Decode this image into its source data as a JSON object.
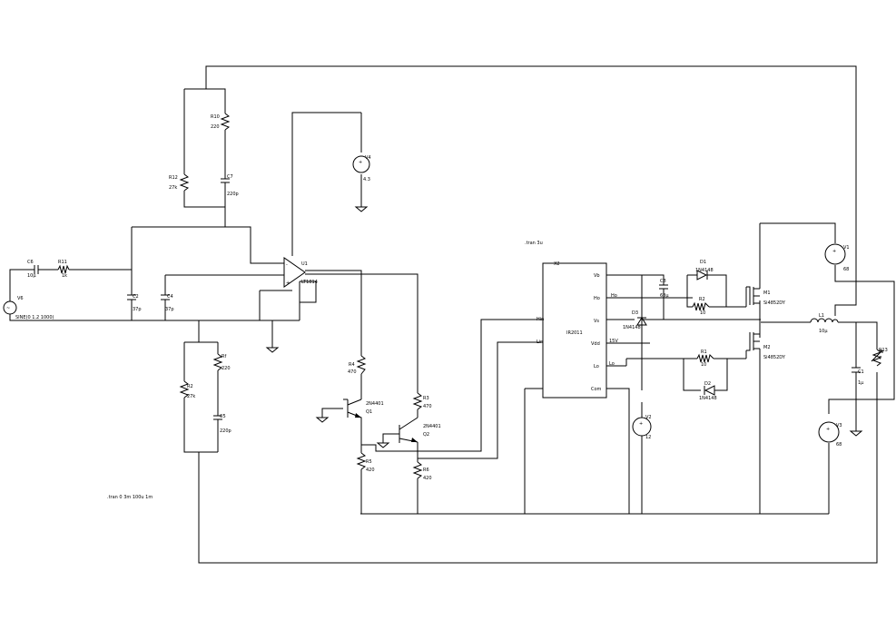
{
  "components": {
    "v4": {
      "ref": "V4",
      "value": "4.3"
    },
    "r10": {
      "ref": "R10",
      "value": "220"
    },
    "r12": {
      "ref": "R12",
      "value": "27k"
    },
    "c7": {
      "ref": "C7",
      "value": "220p"
    },
    "c6": {
      "ref": "C6",
      "value": "10µ"
    },
    "r11": {
      "ref": "R11",
      "value": "1k"
    },
    "v6": {
      "ref": "V6",
      "value": "SINE(0 1.2 1000)"
    },
    "c2": {
      "ref": "C2",
      "value": "37p"
    },
    "c4": {
      "ref": "C4",
      "value": "37p"
    },
    "u1": {
      "ref": "U1",
      "value": "LT1814"
    },
    "rf": {
      "ref": "Rf",
      "value": "220"
    },
    "r2": {
      "ref": "R2",
      "value": "27k"
    },
    "c5": {
      "ref": "C5",
      "value": "220p"
    },
    "r4": {
      "ref": "R4",
      "value": "470"
    },
    "q1": {
      "ref": "Q1",
      "value": "2N4401"
    },
    "r3": {
      "ref": "R3",
      "value": "470"
    },
    "q2": {
      "ref": "Q2",
      "value": "2N4401"
    },
    "r5": {
      "ref": "R5",
      "value": "420"
    },
    "r6": {
      "ref": "R6",
      "value": "420"
    },
    "x2": {
      "ref": "X2",
      "value": "IR2011"
    },
    "c8": {
      "ref": "C8",
      "value": "68µ"
    },
    "d3": {
      "ref": "D3",
      "value": "1N4148"
    },
    "v2": {
      "ref": "V2",
      "value": "12"
    },
    "d1": {
      "ref": "D1",
      "value": "1N4148"
    },
    "r2g": {
      "ref": "R2",
      "value": "10"
    },
    "m1": {
      "ref": "M1",
      "value": "Si4852DY"
    },
    "r1": {
      "ref": "R1",
      "value": "10"
    },
    "d2": {
      "ref": "D2",
      "value": "1N4148"
    },
    "m2": {
      "ref": "M2",
      "value": "Si4852DY"
    },
    "v1": {
      "ref": "V1",
      "value": "68"
    },
    "v3": {
      "ref": "V3",
      "value": "68"
    },
    "l1": {
      "ref": "L1",
      "value": "10µ"
    },
    "c1": {
      "ref": "C1",
      "value": "1µ"
    },
    "r13": {
      "ref": "R13",
      "value": "7"
    }
  },
  "pins": {
    "vb": "Vb",
    "ho": "Ho",
    "vs": "Vs",
    "vdd": "Vdd",
    "lo": "Lo",
    "com": "Com",
    "hin": "Hin",
    "lin": "Lin",
    "ho_net": "Ho",
    "lo_net": "Lo",
    "v15": "15V"
  },
  "directives": {
    "tran_top": ".tran 3u",
    "tran_main": ".tran 0 3m 100u 1m"
  }
}
